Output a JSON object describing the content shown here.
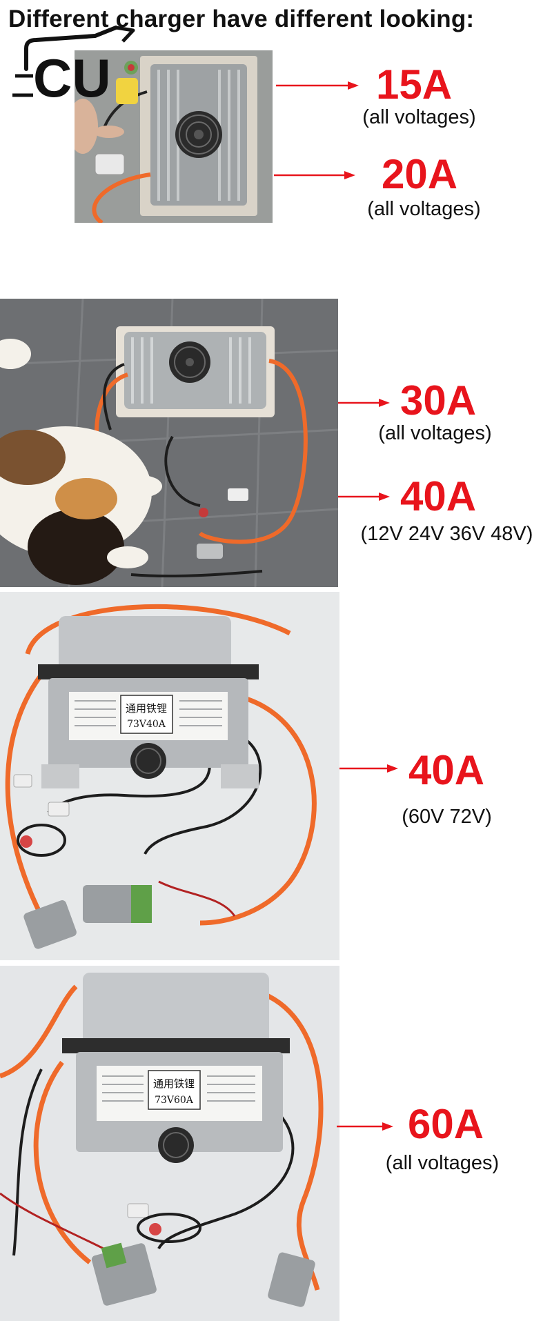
{
  "headline": "Different charger have different looking:",
  "logo": {
    "text": "CU"
  },
  "chargers": [
    {
      "photo": "charger-15a-20a-photo",
      "specs": [
        {
          "amps": "15A",
          "voltages": "(all voltages)"
        },
        {
          "amps": "20A",
          "voltages": "(all voltages)"
        }
      ]
    },
    {
      "photo": "charger-30a-40a-photo-with-cat",
      "specs": [
        {
          "amps": "30A",
          "voltages": "(all voltages)"
        },
        {
          "amps": "40A",
          "voltages": "(12V 24V 36V 48V)"
        }
      ]
    },
    {
      "photo": "charger-40a-photo",
      "label_text": [
        "通用铁锂",
        "73V40A"
      ],
      "specs": [
        {
          "amps": "40A",
          "voltages": "(60V 72V)"
        }
      ]
    },
    {
      "photo": "charger-60a-photo",
      "label_text": [
        "通用铁锂",
        "73V60A"
      ],
      "specs": [
        {
          "amps": "60A",
          "voltages": "(all voltages)"
        }
      ]
    }
  ],
  "colors": {
    "accent": "#e8141c",
    "text": "#111111",
    "cable": "#ef6a2a"
  }
}
